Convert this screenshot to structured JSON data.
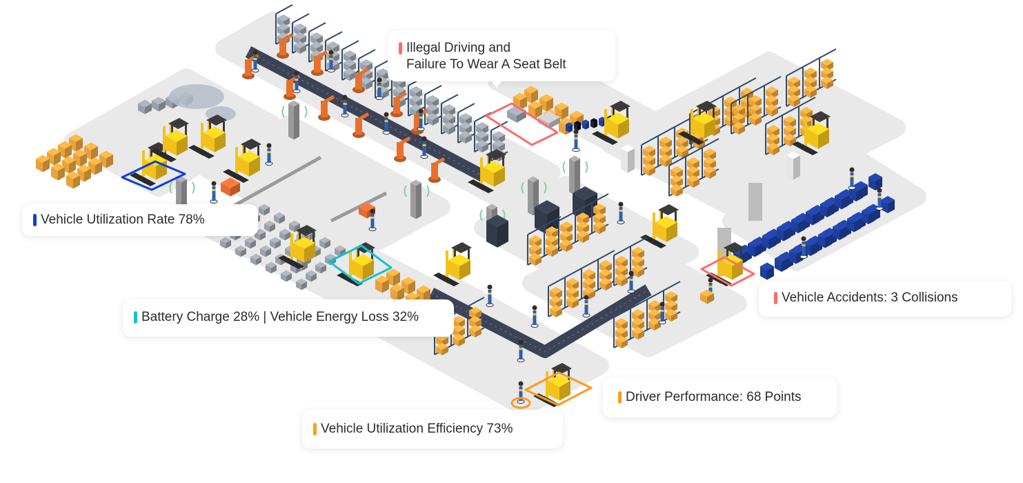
{
  "scene": {
    "title": "Smart Factory Forklift Monitoring",
    "colors": {
      "background": "#ffffff",
      "floor": "#e9e9e9",
      "floor_dark": "#d6d6d6",
      "aisle": "#f5f5f5",
      "forklift_body": "#f2c21b",
      "forklift_dark": "#3a3a3a",
      "conveyor": "#3d4356",
      "shelf_frame": "#2f4a6b",
      "box": "#e8a33d",
      "pallet": "#c9924d",
      "blue_bin": "#1e3f9e",
      "robot_arm": "#e9702a",
      "pillar": "#9a9a9a",
      "signal": "#7fd3a0"
    }
  },
  "callouts": [
    {
      "id": "seat-belt",
      "text": "Illegal Driving and\nFailure To Wear A Seat Belt",
      "accent": "#ff6b6b",
      "category": "safety-violation"
    },
    {
      "id": "utilization-rate",
      "text": "Vehicle Utilization Rate 78%",
      "accent": "#0a3fd8",
      "metric": {
        "name": "Vehicle Utilization Rate",
        "value": 78,
        "unit": "%"
      }
    },
    {
      "id": "battery",
      "text": "Battery Charge 28% | Vehicle Energy Loss 32%",
      "accent": "#13c2d0",
      "metrics": [
        {
          "name": "Battery Charge",
          "value": 28,
          "unit": "%"
        },
        {
          "name": "Vehicle Energy Loss",
          "value": 32,
          "unit": "%"
        }
      ]
    },
    {
      "id": "accidents",
      "text": "Vehicle Accidents: 3 Collisions",
      "accent": "#ff6b6b",
      "metric": {
        "name": "Vehicle Accidents",
        "value": 3,
        "unit": "Collisions"
      }
    },
    {
      "id": "driver-performance",
      "text": "Driver Performance: 68 Points",
      "accent": "#ff9a1e",
      "metric": {
        "name": "Driver Performance",
        "value": 68,
        "unit": "Points"
      }
    },
    {
      "id": "utilization-efficiency",
      "text": "Vehicle Utilization Efficiency 73%",
      "accent": "#ff9a1e",
      "metric": {
        "name": "Vehicle Utilization Efficiency",
        "value": 73,
        "unit": "%"
      }
    }
  ],
  "zones": [
    {
      "id": "zone-utilization",
      "accent": "#0a3fd8",
      "linked_callout": "utilization-rate"
    },
    {
      "id": "zone-battery",
      "accent": "#13c2d0",
      "linked_callout": "battery"
    },
    {
      "id": "zone-seat-belt",
      "accent": "#ff6b6b",
      "linked_callout": "seat-belt"
    },
    {
      "id": "zone-accidents",
      "accent": "#ff6b6b",
      "linked_callout": "accidents"
    },
    {
      "id": "zone-driver",
      "accent": "#ff9a1e",
      "linked_callout": "driver-performance"
    },
    {
      "id": "zone-efficiency",
      "accent": "#ff9a1e",
      "linked_callout": "utilization-efficiency"
    }
  ]
}
